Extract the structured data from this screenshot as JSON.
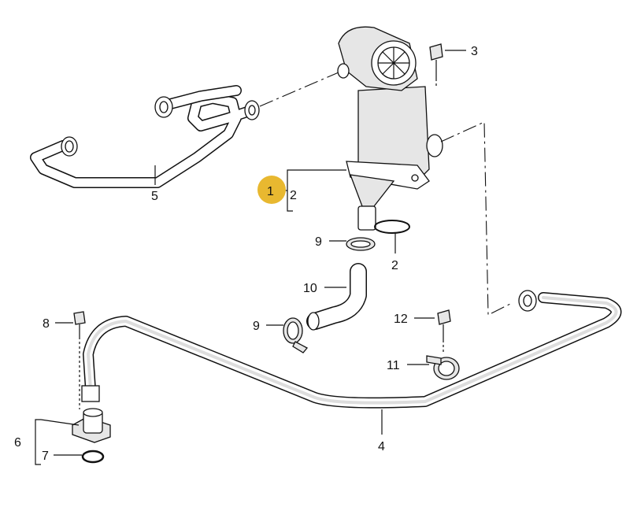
{
  "diagram": {
    "highlight_color": "#E8B830",
    "callouts": {
      "part_1": "1",
      "part_2_bracket": "2",
      "part_2": "2",
      "part_3": "3",
      "part_4": "4",
      "part_5": "5",
      "part_6": "6",
      "part_7": "7",
      "part_8": "8",
      "part_9_upper": "9",
      "part_9_lower": "9",
      "part_10": "10",
      "part_11": "11",
      "part_12": "12"
    }
  }
}
